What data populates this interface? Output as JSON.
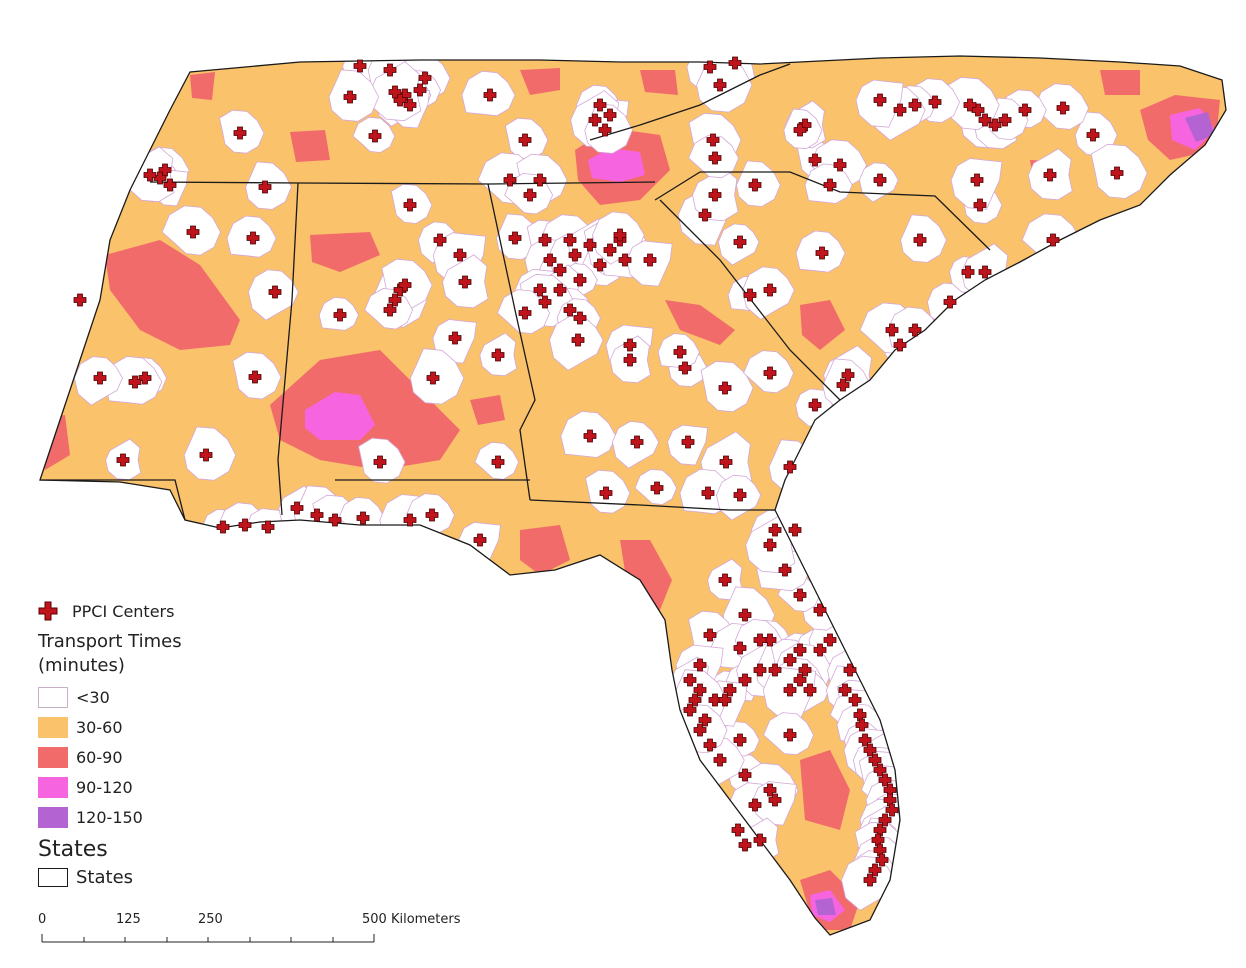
{
  "legend": {
    "centers_label": "PPCI Centers",
    "transport_title": "Transport Times",
    "transport_unit": "(minutes)",
    "classes": [
      {
        "label": "<30",
        "color": "#ffffff"
      },
      {
        "label": "30-60",
        "color": "#f9c26b"
      },
      {
        "label": "60-90",
        "color": "#f26b6b"
      },
      {
        "label": "90-120",
        "color": "#f764e0"
      },
      {
        "label": "120-150",
        "color": "#b463d2"
      }
    ],
    "states_title": "States",
    "states_label": "States"
  },
  "scalebar": {
    "ticks": [
      "0",
      "125",
      "250",
      "500 Kilometers"
    ]
  },
  "colors": {
    "center_marker": "#c0141c",
    "state_line": "#1a1a1a"
  }
}
